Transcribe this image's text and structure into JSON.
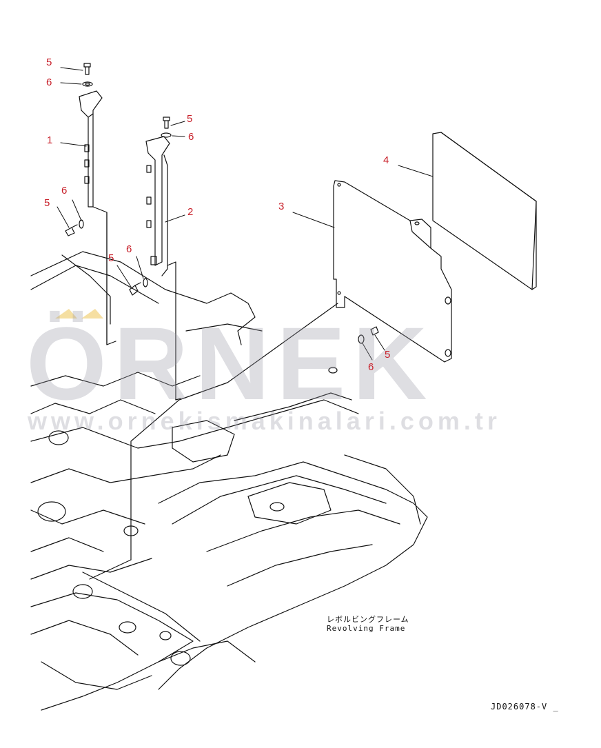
{
  "callouts": [
    {
      "id": "c1",
      "text": "5"
    },
    {
      "id": "c2",
      "text": "6"
    },
    {
      "id": "c3",
      "text": "1"
    },
    {
      "id": "c4",
      "text": "5"
    },
    {
      "id": "c5",
      "text": "6"
    },
    {
      "id": "c6",
      "text": "5"
    },
    {
      "id": "c7",
      "text": "6"
    },
    {
      "id": "c8",
      "text": "2"
    },
    {
      "id": "c9",
      "text": "5"
    },
    {
      "id": "c10",
      "text": "6"
    },
    {
      "id": "c11",
      "text": "3"
    },
    {
      "id": "c12",
      "text": "4"
    },
    {
      "id": "c13",
      "text": "5"
    },
    {
      "id": "c14",
      "text": "6"
    }
  ],
  "frame_label": {
    "japanese": "レボルビングフレーム",
    "english": "Revolving Frame"
  },
  "drawing_code": "JD026078-V _",
  "watermark": {
    "brand": "ÖRNEK",
    "url": "www.ornekismakinalari.com.tr",
    "color": "#9a9aa6",
    "accent": "#f2d27a"
  },
  "colors": {
    "line": "#111111",
    "callout": "#c8202a"
  }
}
